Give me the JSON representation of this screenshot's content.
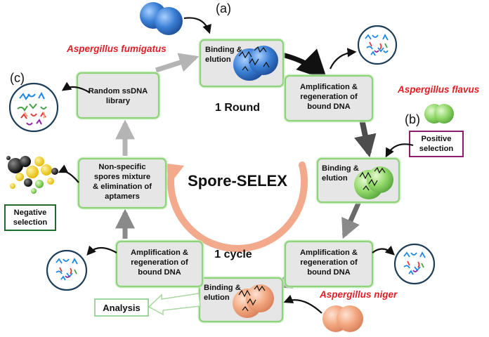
{
  "panel_labels": {
    "a": "(a)",
    "b": "(b)",
    "c": "(c)"
  },
  "species": {
    "fumigatus": "Aspergillus fumigatus",
    "flavus": "Aspergillus flavus",
    "niger": "Aspergillus niger"
  },
  "steps": {
    "binding_top": [
      "Binding &",
      "elution"
    ],
    "amp_top_right": [
      "Amplification &",
      "regeneration of",
      "bound DNA"
    ],
    "binding_right": [
      "Binding &",
      "elution"
    ],
    "amp_bottom_right": [
      "Amplification &",
      "regeneration of",
      "bound DNA"
    ],
    "binding_bottom": [
      "Binding &",
      "elution"
    ],
    "amp_bottom_left": [
      "Amplification &",
      "regeneration of",
      "bound DNA"
    ],
    "nonspecific": [
      "Non-specific",
      "spores mixture",
      "& elimination of",
      "aptamers"
    ],
    "library": [
      "Random ssDNA",
      "library"
    ]
  },
  "center": {
    "title": "Spore-SELEX",
    "round": "1 Round",
    "cycle": "1 cycle"
  },
  "selection": {
    "positive": [
      "Positive",
      "selection"
    ],
    "negative": [
      "Negative",
      "selection"
    ]
  },
  "analysis": "Analysis",
  "colors": {
    "fumigatus_spore": "#3a7fd5",
    "flavus_spore": "#8fd66a",
    "niger_spore": "#f0a07a",
    "box_border": "#8fd37a",
    "positive_border": "#8b1f6e",
    "negative_border": "#1e6b2a",
    "cycle_arrow": "#f2a98c",
    "species_text": "#e51c23"
  }
}
